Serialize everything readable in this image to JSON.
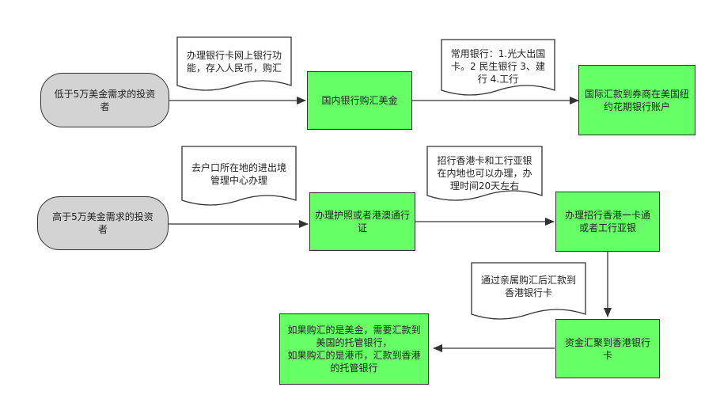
{
  "nodes": {
    "start_low": "低于5万美金需求的投资者",
    "bank_buy": "国内银行购汇美金",
    "remit_us": "国际汇款到券商在美国纽约花期银行账户",
    "start_high": "高于5万美金需求的投资者",
    "passport": "办理护照或者港澳通行证",
    "hk_card": "办理招行香港一卡通或者工行亚银",
    "fund_hk": "资金汇聚到香港银行卡",
    "result": "如果购汇的是美金，需要汇款到美国的托管银行，\n如果购汇的是港币，汇款到香港的托管银行"
  },
  "notes": {
    "online_bank": "办理银行卡网上银行功能，存入人民币，购汇",
    "common_banks": "常用银行：1.光大出国卡。2 民生银行 3、建行 4.工行",
    "hukou_office": "去户口所在地的进出境管理中心办理",
    "cmb_icbc": "招行香港卡和工行亚银在内地也可以办理，办理时间20天左右",
    "relatives": "通过亲属购汇后汇款到香港银行卡"
  }
}
